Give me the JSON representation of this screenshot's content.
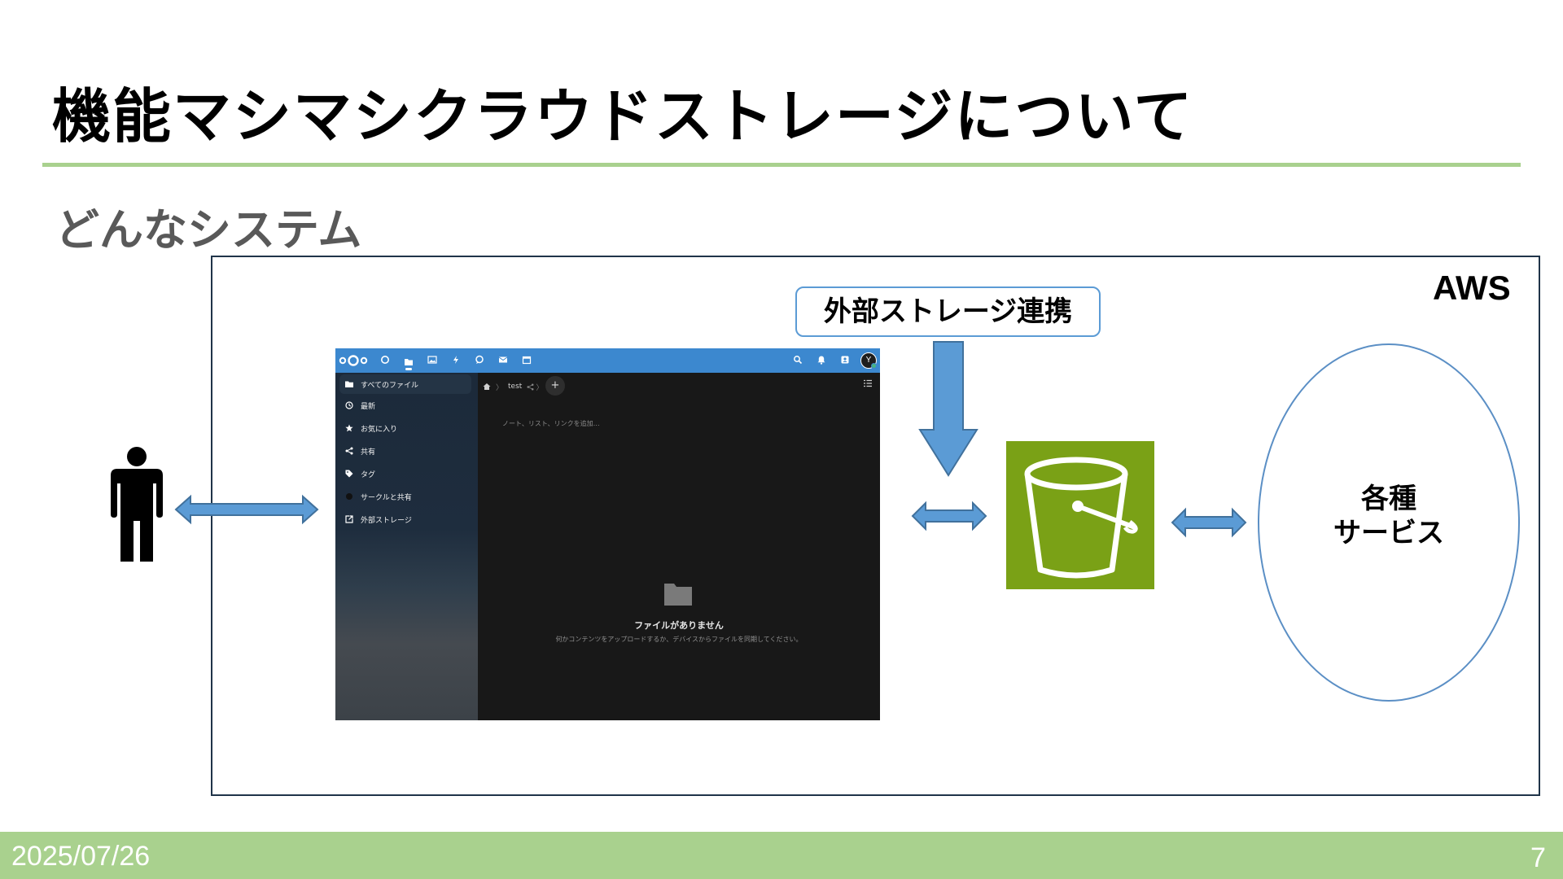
{
  "slide": {
    "title": "機能マシマシクラウドストレージについて",
    "subtitle": "どんなシステム",
    "aws_label": "AWS",
    "callout": "外部ストレージ連携",
    "services_line1": "各種",
    "services_line2": "サービス",
    "footer_date": "2025/07/26",
    "page_number": "7"
  },
  "colors": {
    "accent_green": "#a9d18e",
    "arrow_blue": "#5b9bd5",
    "s3_green": "#7aa116",
    "nextcloud_blue": "#3c88cf"
  },
  "nextcloud": {
    "header_icons": [
      "nextcloud-logo-icon",
      "dashboard-icon",
      "files-icon",
      "photos-icon",
      "activity-icon",
      "talk-icon",
      "mail-icon",
      "calendar-icon",
      "search-icon",
      "bell-icon",
      "contacts-icon"
    ],
    "avatar_initial": "Y",
    "nav": [
      {
        "label": "すべてのファイル",
        "icon": "folder-icon"
      },
      {
        "label": "最新",
        "icon": "clock-icon"
      },
      {
        "label": "お気に入り",
        "icon": "star-icon"
      },
      {
        "label": "共有",
        "icon": "share-icon"
      },
      {
        "label": "タグ",
        "icon": "tag-icon"
      },
      {
        "label": "サークルと共有",
        "icon": "circle-icon"
      },
      {
        "label": "外部ストレージ",
        "icon": "external-link-icon"
      }
    ],
    "breadcrumb_folder": "test",
    "add_label": "+",
    "hint": "ノート、リスト、リンクを追加…",
    "empty_title": "ファイルがありません",
    "empty_desc": "何かコンテンツをアップロードするか、デバイスからファイルを同期してください。"
  }
}
